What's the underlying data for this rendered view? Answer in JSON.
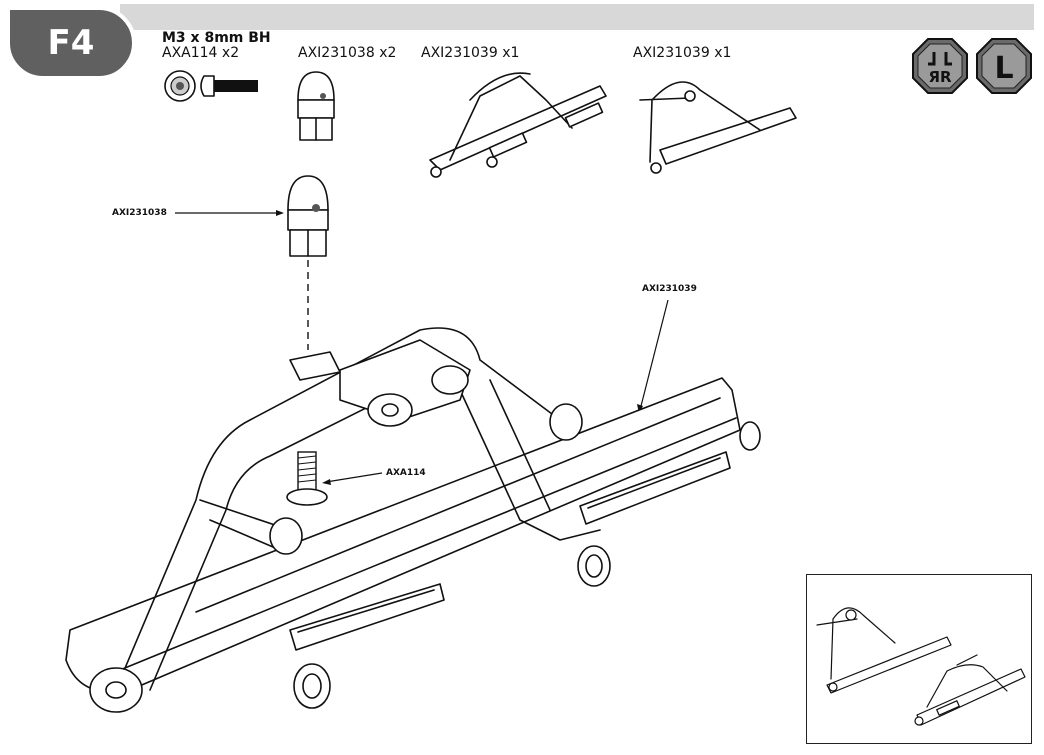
{
  "step": {
    "label": "F4"
  },
  "parts": {
    "screw": {
      "spec": "M3 x 8mm BH",
      "name": "AXA114 x2"
    },
    "post": {
      "name": "AXI231038 x2"
    },
    "bumper_a": {
      "name": "AXI231039 x1"
    },
    "bumper_b": {
      "name": "AXI231039 x1"
    }
  },
  "callouts": {
    "post": "AXI231038",
    "bumper": "AXI231039",
    "screw": "AXA114"
  },
  "icons": [
    "left-right-mirror-icon",
    "left-side-icon"
  ],
  "icon_text": {
    "left": "L"
  }
}
